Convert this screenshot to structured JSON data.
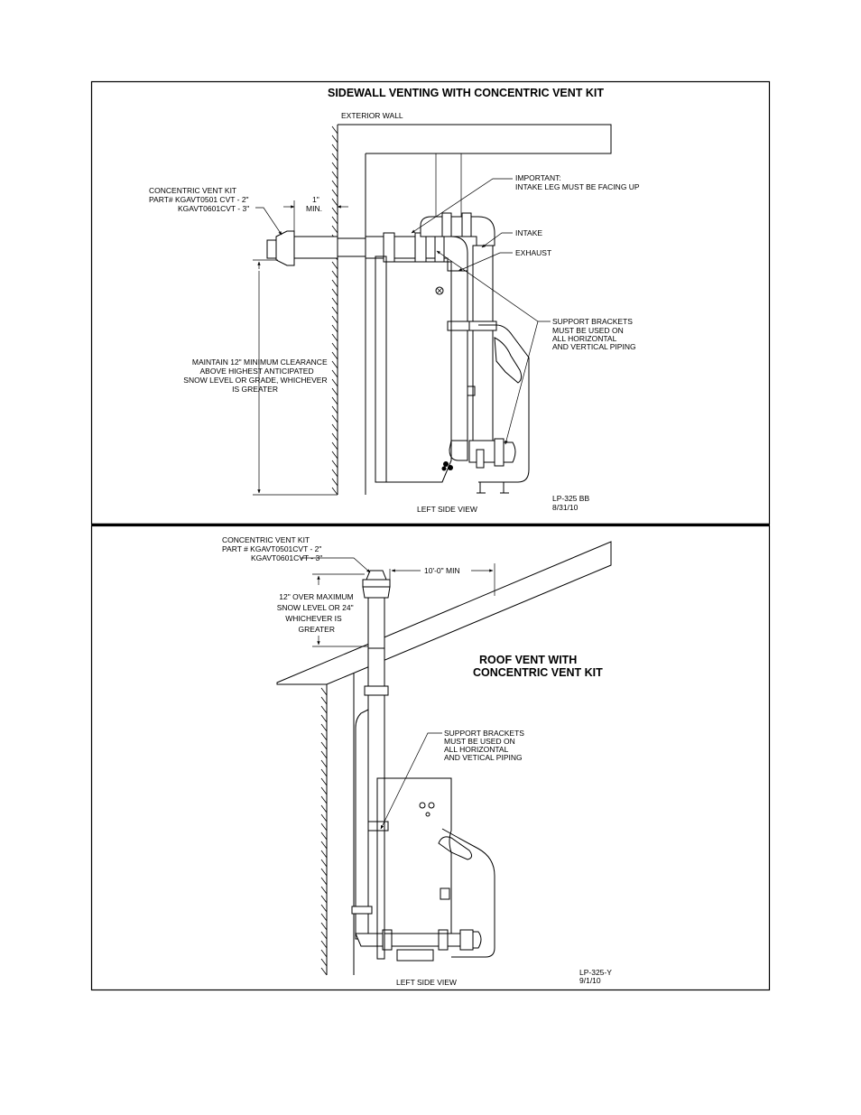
{
  "top": {
    "title": "SIDEWALL VENTING WITH  CONCENTRIC VENT KIT",
    "exterior_wall": "EXTERIOR WALL",
    "kit": [
      "CONCENTRIC VENT KIT",
      "PART# KGAVT0501 CVT - 2\"",
      "KGAVT0601CVT - 3\""
    ],
    "min_dim": [
      "1\"",
      "MIN."
    ],
    "important": [
      "IMPORTANT:",
      "INTAKE LEG MUST BE FACING UP"
    ],
    "intake": "INTAKE",
    "exhaust": "EXHAUST",
    "support": [
      "SUPPORT BRACKETS",
      "MUST BE USED ON",
      "ALL HORIZONTAL",
      "AND VERTICAL PIPING"
    ],
    "clearance": [
      "MAINTAIN 12\" MINIMUM CLEARANCE",
      "ABOVE HIGHEST ANTICIPATED",
      "SNOW LEVEL OR GRADE, WHICHEVER",
      "IS GREATER"
    ],
    "view": "LEFT SIDE VIEW",
    "drawing_id": [
      "LP-325 BB",
      "8/31/10"
    ]
  },
  "bottom": {
    "kit": [
      "CONCENTRIC VENT KIT",
      "PART # KGAVT0501CVT - 2\"",
      "KGAVT0601CVT - 3\""
    ],
    "min_dist": "10'-0\" MIN",
    "snow": [
      "12\" OVER MAXIMUM",
      "SNOW LEVEL OR 24\"",
      "WHICHEVER IS",
      "GREATER"
    ],
    "title": [
      "ROOF VENT WITH",
      "CONCENTRIC VENT KIT"
    ],
    "support": [
      "SUPPORT BRACKETS",
      "MUST BE USED ON",
      "ALL HORIZONTAL",
      "AND VETICAL PIPING"
    ],
    "view": "LEFT SIDE VIEW",
    "drawing_id": [
      "LP-325-Y",
      "9/1/10"
    ]
  }
}
